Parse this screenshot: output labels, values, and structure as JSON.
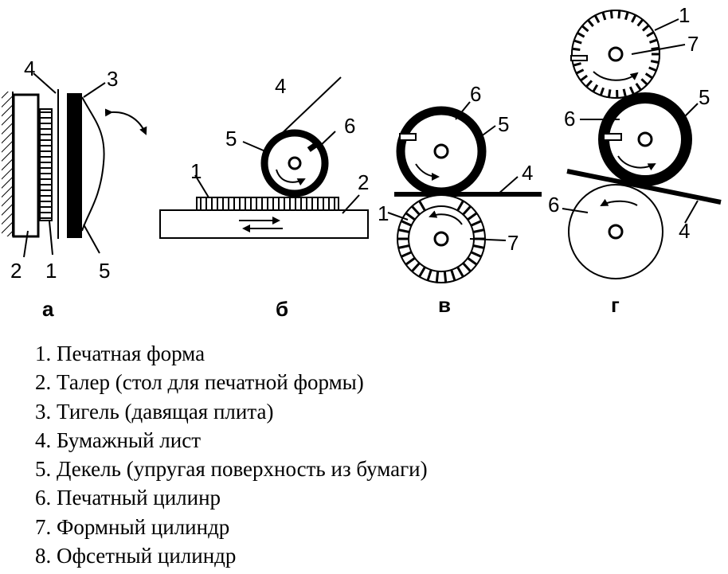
{
  "panels": {
    "a": {
      "letter": "а",
      "labels": {
        "l4": "4",
        "l3": "3",
        "l2": "2",
        "l1": "1",
        "l5": "5"
      }
    },
    "b": {
      "letter": "б",
      "labels": {
        "l4": "4",
        "l5": "5",
        "l6": "6",
        "l1": "1",
        "l2": "2"
      }
    },
    "v": {
      "letter": "в",
      "labels": {
        "l6": "6",
        "l5": "5",
        "l4": "4",
        "l1": "1",
        "l7": "7"
      }
    },
    "g": {
      "letter": "г",
      "labels": {
        "l1": "1",
        "l7": "7",
        "l6a": "6",
        "l5": "5",
        "l6b": "6",
        "l4": "4"
      }
    }
  },
  "legend": [
    "1. Печатная форма",
    "2. Талер (стол для печатной формы)",
    "3. Тигель (давящая плита)",
    "4. Бумажный лист",
    "5. Декель (упругая поверхность из бумаги)",
    "6. Печатный цилинр",
    "7. Формный цилиндр",
    "8. Офсетный цилиндр"
  ]
}
